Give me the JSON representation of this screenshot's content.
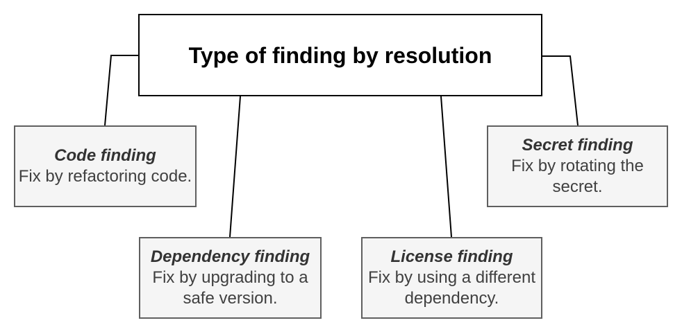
{
  "diagram": {
    "root": {
      "title": "Type of finding by resolution"
    },
    "children": [
      {
        "id": "code",
        "title": "Code finding",
        "description": "Fix by refactoring code."
      },
      {
        "id": "dependency",
        "title": "Dependency finding",
        "description": "Fix by upgrading to a\nsafe version."
      },
      {
        "id": "license",
        "title": "License finding",
        "description": "Fix by using a different\ndependency."
      },
      {
        "id": "secret",
        "title": "Secret finding",
        "description": "Fix by rotating the\nsecret."
      }
    ],
    "colors": {
      "root_fill": "#ffffff",
      "root_border": "#000000",
      "root_text": "#000000",
      "child_fill": "#f5f5f5",
      "child_border": "#5f5f5f",
      "child_title_text": "#333333",
      "child_body_text": "#404040",
      "connector": "#000000"
    }
  }
}
